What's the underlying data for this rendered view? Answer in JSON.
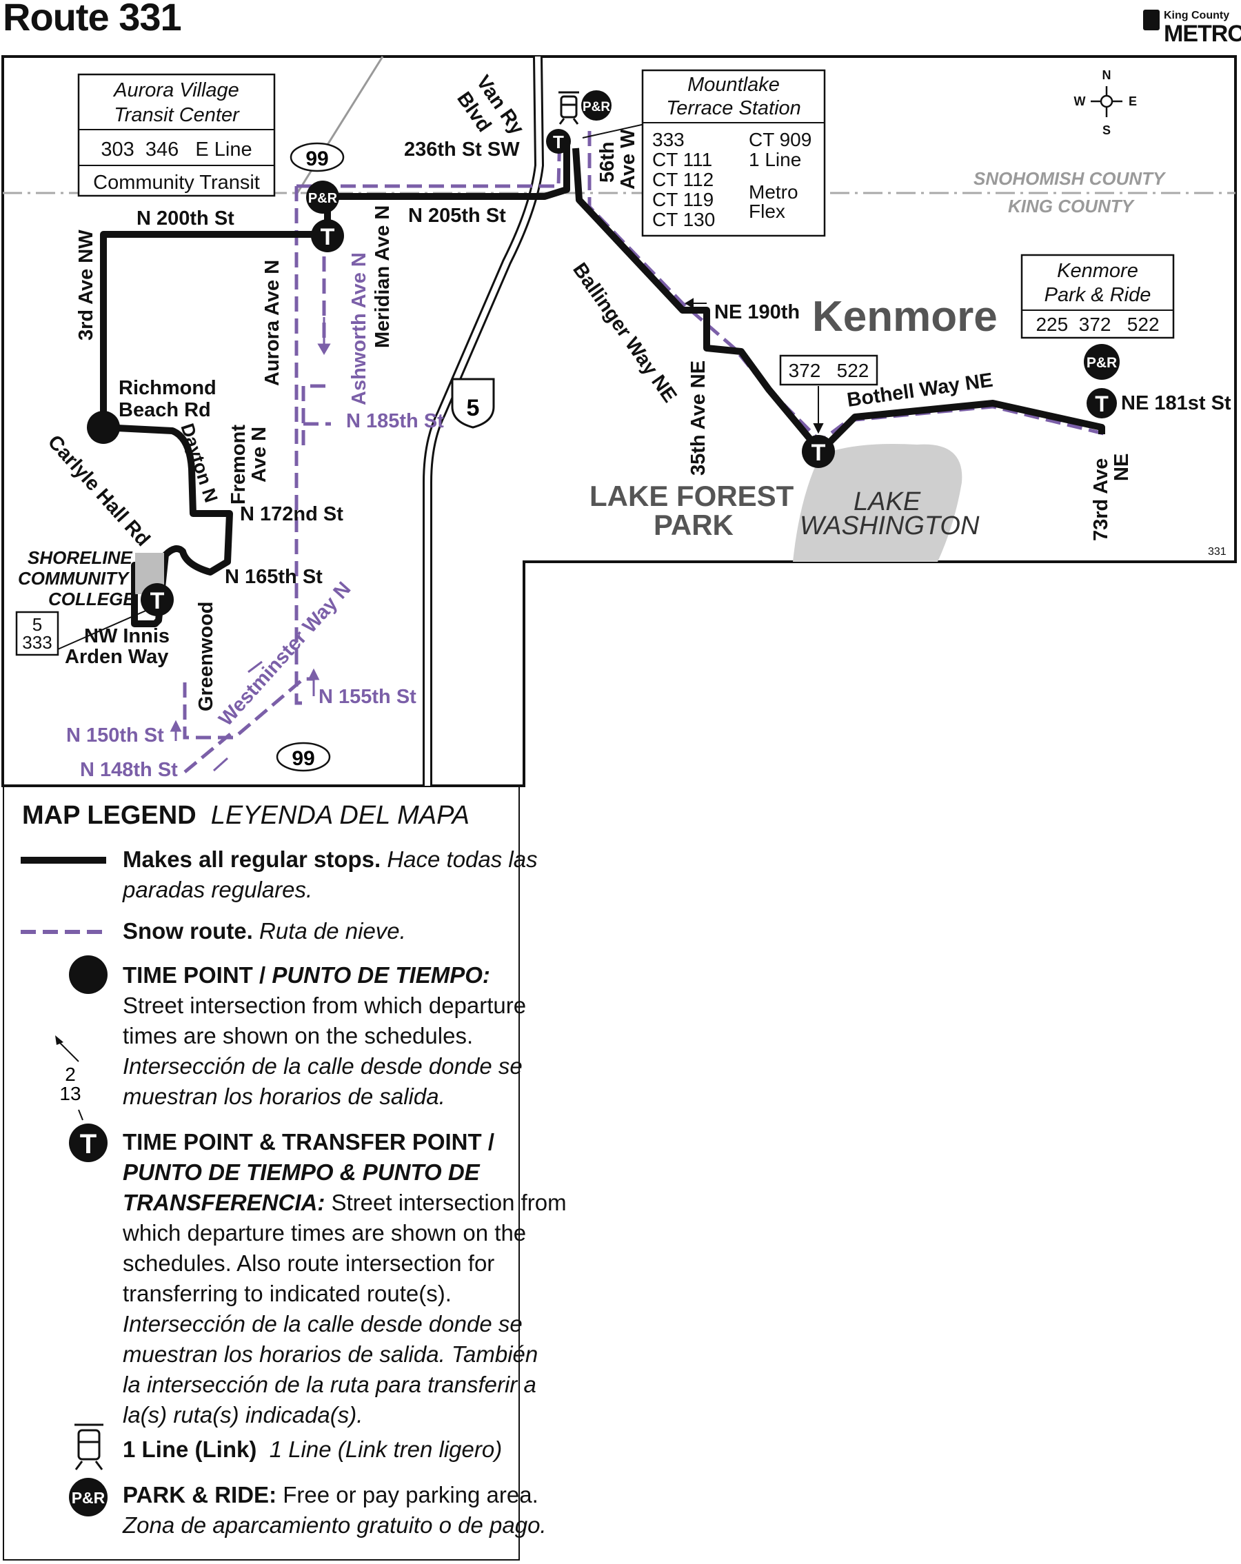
{
  "header": {
    "title": "Route 331",
    "logo_small": "King County",
    "logo_big": "METRO"
  },
  "compass": {
    "n": "N",
    "s": "S",
    "e": "E",
    "w": "W"
  },
  "map_code": "331",
  "colors": {
    "route": "#111111",
    "snow_route": "#7b5fa8",
    "street": "#9a9a9a",
    "lake": "#cfcfcf",
    "college": "#bdbdbd"
  },
  "boxes": {
    "aurora": {
      "title1": "Aurora Village",
      "title2": "Transit Center",
      "routes": "303  346   E Line",
      "agency": "Community Transit"
    },
    "mountlake": {
      "title1": "Mountlake",
      "title2": "Terrace Station",
      "col1": [
        "333",
        "CT 111",
        "CT 112",
        "CT 119",
        "CT 130"
      ],
      "col2": [
        "CT 909",
        "1 Line",
        "",
        "Metro",
        "Flex"
      ]
    },
    "kenmore_pr": {
      "title1": "Kenmore",
      "title2": "Park & Ride",
      "routes": "225  372   522"
    },
    "tp_372": "372   522",
    "shoreline_box": [
      "5",
      "333"
    ]
  },
  "streets": {
    "n200": "N 200th St",
    "n205": "N 205th St",
    "s236": "236th St SW",
    "vanry1": "Van Ry",
    "vanry2": "Blvd",
    "ave56a": "56th",
    "ave56b": "Ave W",
    "third": "3rd Ave NW",
    "aurora": "Aurora Ave N",
    "ashworth": "Ashworth Ave N",
    "meridian": "Meridian Ave N",
    "n185": "N 185th St",
    "richmond1": "Richmond",
    "richmond2": "Beach Rd",
    "dayton": "Dayton N",
    "fremont1": "Fremont",
    "fremont2": "Ave N",
    "n172": "N 172nd St",
    "n165": "N 165th St",
    "carlyle": "Carlyle Hall Rd",
    "innis1": "NW Innis",
    "innis2": "Arden Way",
    "greenwood": "Greenwood",
    "westminster": "Westminster Way N",
    "n155": "N 155th St",
    "n150": "N 150th St",
    "n148": "N 148th St",
    "ballinger": "Ballinger Way NE",
    "ne190": "NE 190th",
    "ave35": "35th Ave NE",
    "bothell": "Bothell Way NE",
    "ne181": "NE 181st St",
    "ave73a": "73rd Ave",
    "ave73b": "NE",
    "hwy99": "99",
    "i5": "5"
  },
  "places": {
    "kenmore": "Kenmore",
    "lfp1": "LAKE FOREST",
    "lfp2": "PARK",
    "lake1": "LAKE",
    "lake2": "WASHINGTON",
    "snoco": "SNOHOMISH COUNTY",
    "kingco": "KING COUNTY",
    "college1": "SHORELINE",
    "college2": "COMMUNITY",
    "college3": "COLLEGE"
  },
  "symbols": {
    "t": "T",
    "pr": "P&R"
  },
  "legend": {
    "title_en": "MAP LEGEND",
    "title_es": "LEYENDA DEL MAPA",
    "regular_en": "Makes all regular stops.",
    "regular_es1": "Hace todas las",
    "regular_es2": "paradas regulares.",
    "snow_en": "Snow route.",
    "snow_es": "Ruta de nieve.",
    "tp_title": "TIME POINT / ",
    "tp_title_es": "PUNTO DE TIEMPO:",
    "tp_l1": "Street intersection from which departure",
    "tp_l2": "times are shown on the schedules.",
    "tp_l3": "Intersección de la calle desde donde se",
    "tp_l4": "muestran los horarios de salida.",
    "arrow_num1": "2",
    "arrow_num2": "13",
    "tt_title": "TIME POINT & TRANSFER POINT /",
    "tt_l2": "PUNTO DE TIEMPO & PUNTO DE",
    "tt_l3a": "TRANSFERENCIA:",
    "tt_l3b": " Street intersection from",
    "tt_l4": "which departure times are shown on the",
    "tt_l5": "schedules. Also route intersection for",
    "tt_l6": "transferring to indicated route(s).",
    "tt_l7": "Intersección de la calle desde donde se",
    "tt_l8": "muestran los horarios de salida. También",
    "tt_l9": "la intersección de la ruta para transferir a",
    "tt_l10": "la(s) ruta(s) indicada(s).",
    "link_en": "1 Line (Link)",
    "link_es": "1 Line (Link tren ligero)",
    "pr_en": "PARK & RIDE:",
    "pr_en2": " Free or pay parking area.",
    "pr_es": "Zona de aparcamiento gratuito o de pago."
  }
}
